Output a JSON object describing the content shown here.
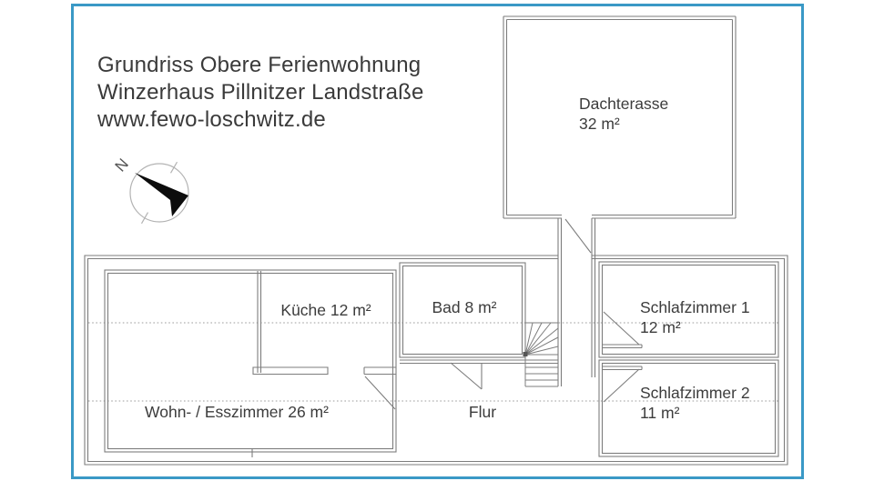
{
  "header": {
    "line1": "Grundriss Obere Ferienwohnung",
    "line2": "Winzerhaus Pillnitzer Landstraße",
    "line3": "www.fewo-loschwitz.de"
  },
  "compass": {
    "north_label": "N"
  },
  "rooms": {
    "dachterasse": {
      "name": "Dachterasse",
      "area": "32 m²"
    },
    "kueche": {
      "label": "Küche 12 m²"
    },
    "bad": {
      "label": "Bad 8 m²"
    },
    "schlafzimmer1": {
      "name": "Schlafzimmer 1",
      "area": "12 m²"
    },
    "schlafzimmer2": {
      "name": "Schlafzimmer 2",
      "area": "11 m²"
    },
    "wohnzimmer": {
      "label": "Wohn- / Esszimmer 26 m²"
    },
    "flur": {
      "label": "Flur"
    }
  },
  "colors": {
    "frame_blue": "#3a99c6",
    "wall_gray": "#7d7d7d",
    "text_dark": "#3a3a3a"
  }
}
